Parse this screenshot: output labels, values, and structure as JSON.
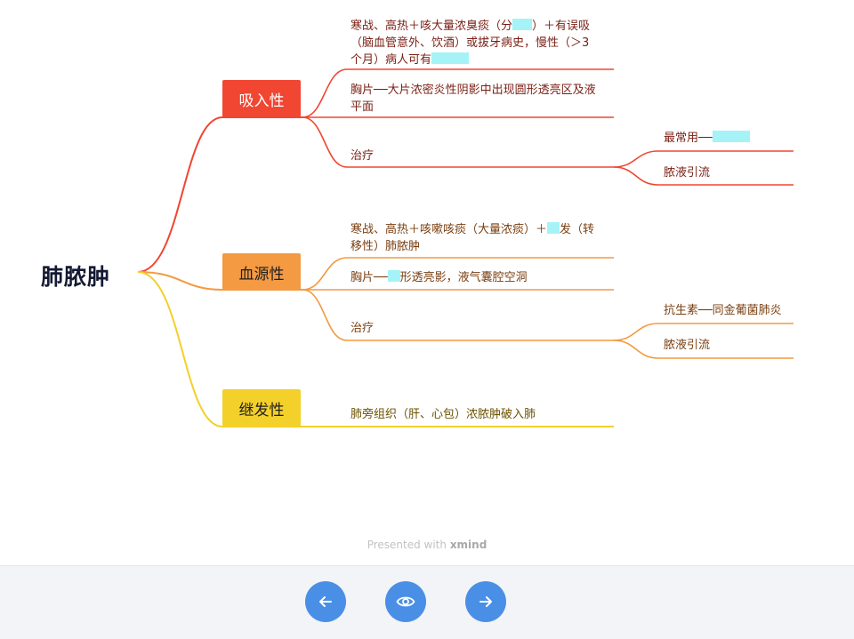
{
  "colors": {
    "branch_red": "#f04632",
    "branch_orange": "#f39a42",
    "branch_yellow": "#f3d02a",
    "blank_highlight": "#a5f3f7",
    "nav_button": "#4a8fe6"
  },
  "mindmap": {
    "root": "肺脓肿",
    "branches": [
      {
        "label": "吸入性",
        "items": [
          {
            "line1_a": "寒战、高热＋咳大量浓臭痰（分",
            "line1_b": "）＋有误吸",
            "line2": "（脑血管意外、饮酒）或拔牙病史，慢性（＞3",
            "line3": "个月）病人可有"
          },
          {
            "line1": "胸片──大片浓密炎性阴影中出现圆形透亮区及液",
            "line2": "平面"
          },
          {
            "label": "治疗",
            "children": [
              {
                "label": "最常用──"
              },
              {
                "label": "脓液引流"
              }
            ]
          }
        ]
      },
      {
        "label": "血源性",
        "items": [
          {
            "line1_a": "寒战、高热＋咳嗽咳痰（大量浓痰）＋",
            "line1_b": "发（转",
            "line2": "移性）肺脓肿"
          },
          {
            "line1_a": "胸片──",
            "line1_b": "形透亮影，液气囊腔空洞"
          },
          {
            "label": "治疗",
            "children": [
              {
                "label": "抗生素──同金葡菌肺炎"
              },
              {
                "label": "脓液引流"
              }
            ]
          }
        ]
      },
      {
        "label": "继发性",
        "items": [
          {
            "label": "肺旁组织（肝、心包）浓脓肿破入肺"
          }
        ]
      }
    ]
  },
  "footer": {
    "presented_with": "Presented with",
    "brand": "xmind"
  },
  "toolbar": {
    "icons": [
      "arrow-left-icon",
      "eye-icon",
      "arrow-right-icon"
    ]
  }
}
